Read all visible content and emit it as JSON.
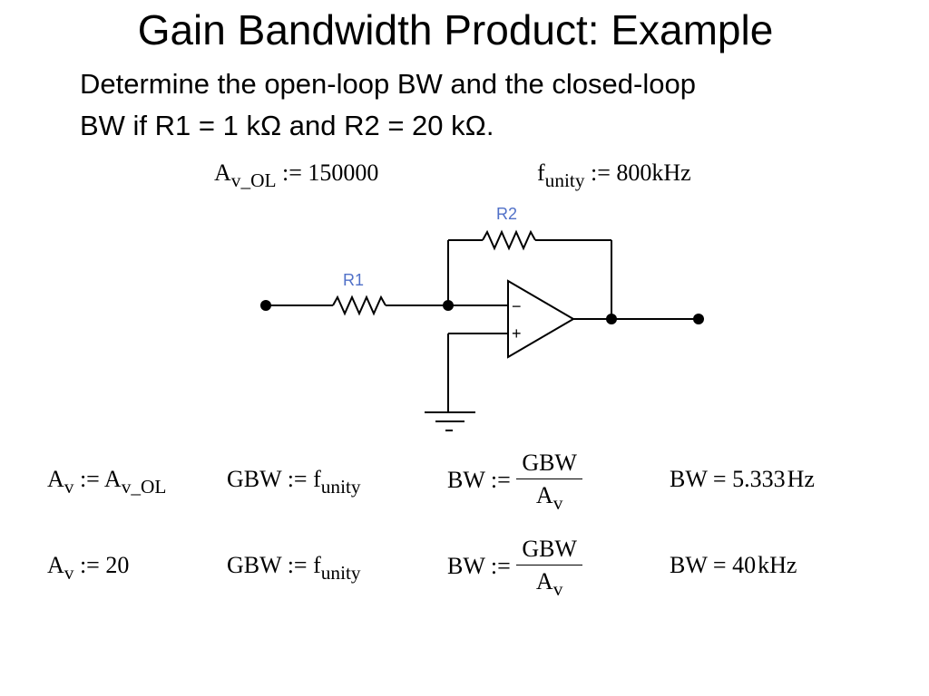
{
  "title": "Gain Bandwidth Product: Example",
  "subtitle": {
    "line1": "Determine the open-loop BW and the closed-loop",
    "line2": "BW if R1 = 1 kΩ and R2 = 20 kΩ."
  },
  "given": {
    "av_ol_symbol": "A",
    "av_ol_subscript": "v_OL",
    "av_ol_value": ":= 150000",
    "funity_symbol": "f",
    "funity_subscript": "unity",
    "funity_value": ":= 800kHz"
  },
  "circuit": {
    "r1_label": "R1",
    "r2_label": "R2",
    "inverting_sign": "−",
    "noninverting_sign": "+"
  },
  "rows": [
    {
      "av_lhs": "A",
      "av_lhs_sub": "v",
      "av_assign": ":=",
      "av_rhs": "A",
      "av_rhs_sub": "v_OL",
      "av_rhs_value": "",
      "gbw_lhs": "GBW :=",
      "gbw_rhs": "f",
      "gbw_rhs_sub": "unity",
      "bw_lhs": "BW :=",
      "bw_num": "GBW",
      "bw_den": "A",
      "bw_den_sub": "v",
      "result_lhs": "BW =",
      "result_value": "5.333",
      "result_unit": "Hz"
    },
    {
      "av_lhs": "A",
      "av_lhs_sub": "v",
      "av_assign": ":=",
      "av_rhs": "",
      "av_rhs_sub": "",
      "av_rhs_value": "20",
      "gbw_lhs": "GBW :=",
      "gbw_rhs": "f",
      "gbw_rhs_sub": "unity",
      "bw_lhs": "BW :=",
      "bw_num": "GBW",
      "bw_den": "A",
      "bw_den_sub": "v",
      "result_lhs": "BW =",
      "result_value": "40",
      "result_unit": "kHz"
    }
  ]
}
